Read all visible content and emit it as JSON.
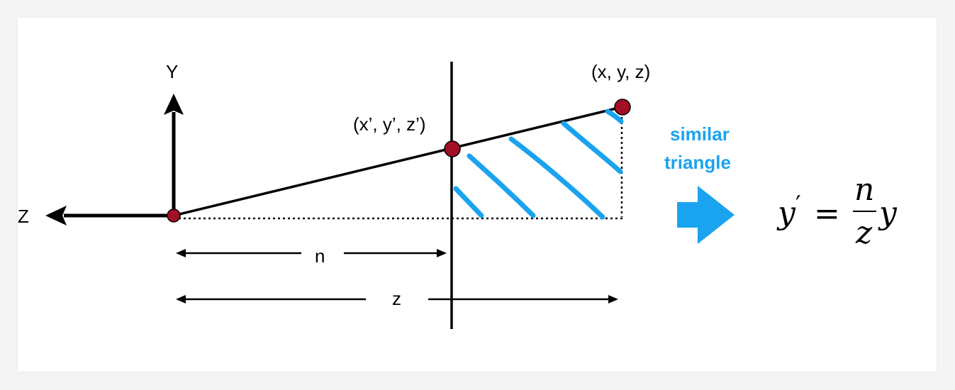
{
  "labels": {
    "y_axis": "Y",
    "z_axis": "Z",
    "far_point": "(x, y, z)",
    "near_point": "(x’, y’, z’)",
    "near_distance": "n",
    "far_distance": "z"
  },
  "hint": {
    "line1": "similar",
    "line2": "triangle"
  },
  "equation": {
    "lhs_var": "y",
    "prime": "′",
    "equals": "=",
    "numerator": "n",
    "denominator": "z",
    "rhs_var": "y"
  },
  "colors": {
    "hatch": "#1aa3ee",
    "point_fill": "#a30f23",
    "arrow": "#1aa3ee"
  }
}
